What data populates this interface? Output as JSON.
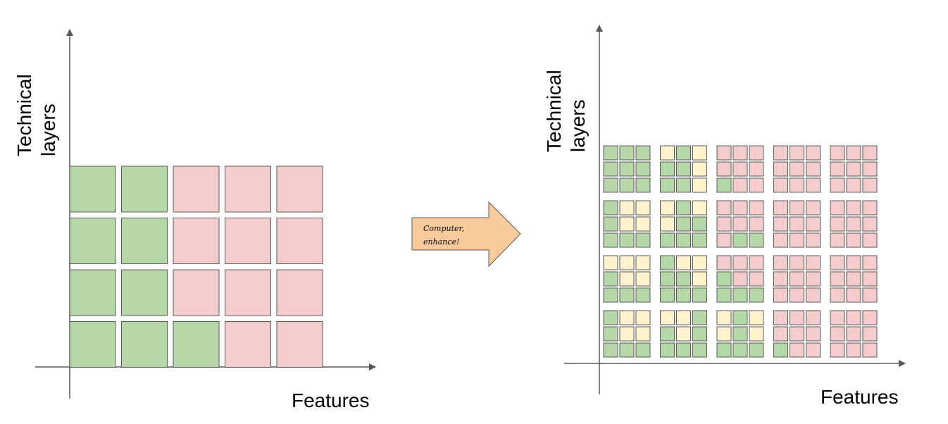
{
  "colors": {
    "green": "#b6d7a8",
    "pink": "#f4cccc",
    "yellow": "#fff2cc",
    "stroke": "#595959",
    "axis": "#595959",
    "arrow_fill": "#f9cb9c",
    "arrow_stroke": "#595959"
  },
  "left_diagram": {
    "y_axis_label_line1": "Technical",
    "y_axis_label_line2": "layers",
    "x_axis_label": "Features",
    "grid_rows": [
      [
        "green",
        "green",
        "pink",
        "pink",
        "pink"
      ],
      [
        "green",
        "green",
        "pink",
        "pink",
        "pink"
      ],
      [
        "green",
        "green",
        "pink",
        "pink",
        "pink"
      ],
      [
        "green",
        "green",
        "green",
        "pink",
        "pink"
      ]
    ]
  },
  "transition_arrow": {
    "line1": "Computer,",
    "line2": "enhance!"
  },
  "right_diagram": {
    "y_axis_label_line1": "Technical",
    "y_axis_label_line2": "layers",
    "x_axis_label": "Features",
    "block_rows": [
      [
        [
          "GGG",
          "GGG",
          "GGG"
        ],
        [
          "YGY",
          "GGY",
          "GGY"
        ],
        [
          "PPP",
          "PPP",
          "GPP"
        ],
        [
          "PPP",
          "PPP",
          "PPP"
        ],
        [
          "PPP",
          "PPP",
          "PPP"
        ]
      ],
      [
        [
          "GYY",
          "GYY",
          "GGG"
        ],
        [
          "YGY",
          "YGG",
          "GGG"
        ],
        [
          "PPP",
          "PPP",
          "PGG"
        ],
        [
          "PPP",
          "PPP",
          "PPP"
        ],
        [
          "PPP",
          "PPP",
          "PPP"
        ]
      ],
      [
        [
          "YYY",
          "GYY",
          "GGG"
        ],
        [
          "GYY",
          "GGY",
          "GGG"
        ],
        [
          "PPP",
          "GPP",
          "GGG"
        ],
        [
          "PPP",
          "PPP",
          "PPP"
        ],
        [
          "PPP",
          "PPP",
          "PPP"
        ]
      ],
      [
        [
          "GYY",
          "GYY",
          "GGG"
        ],
        [
          "YYG",
          "GYG",
          "GGG"
        ],
        [
          "YGY",
          "YGY",
          "GGG"
        ],
        [
          "PPP",
          "PPP",
          "GPP"
        ],
        [
          "PPP",
          "PPP",
          "PPP"
        ]
      ]
    ]
  }
}
